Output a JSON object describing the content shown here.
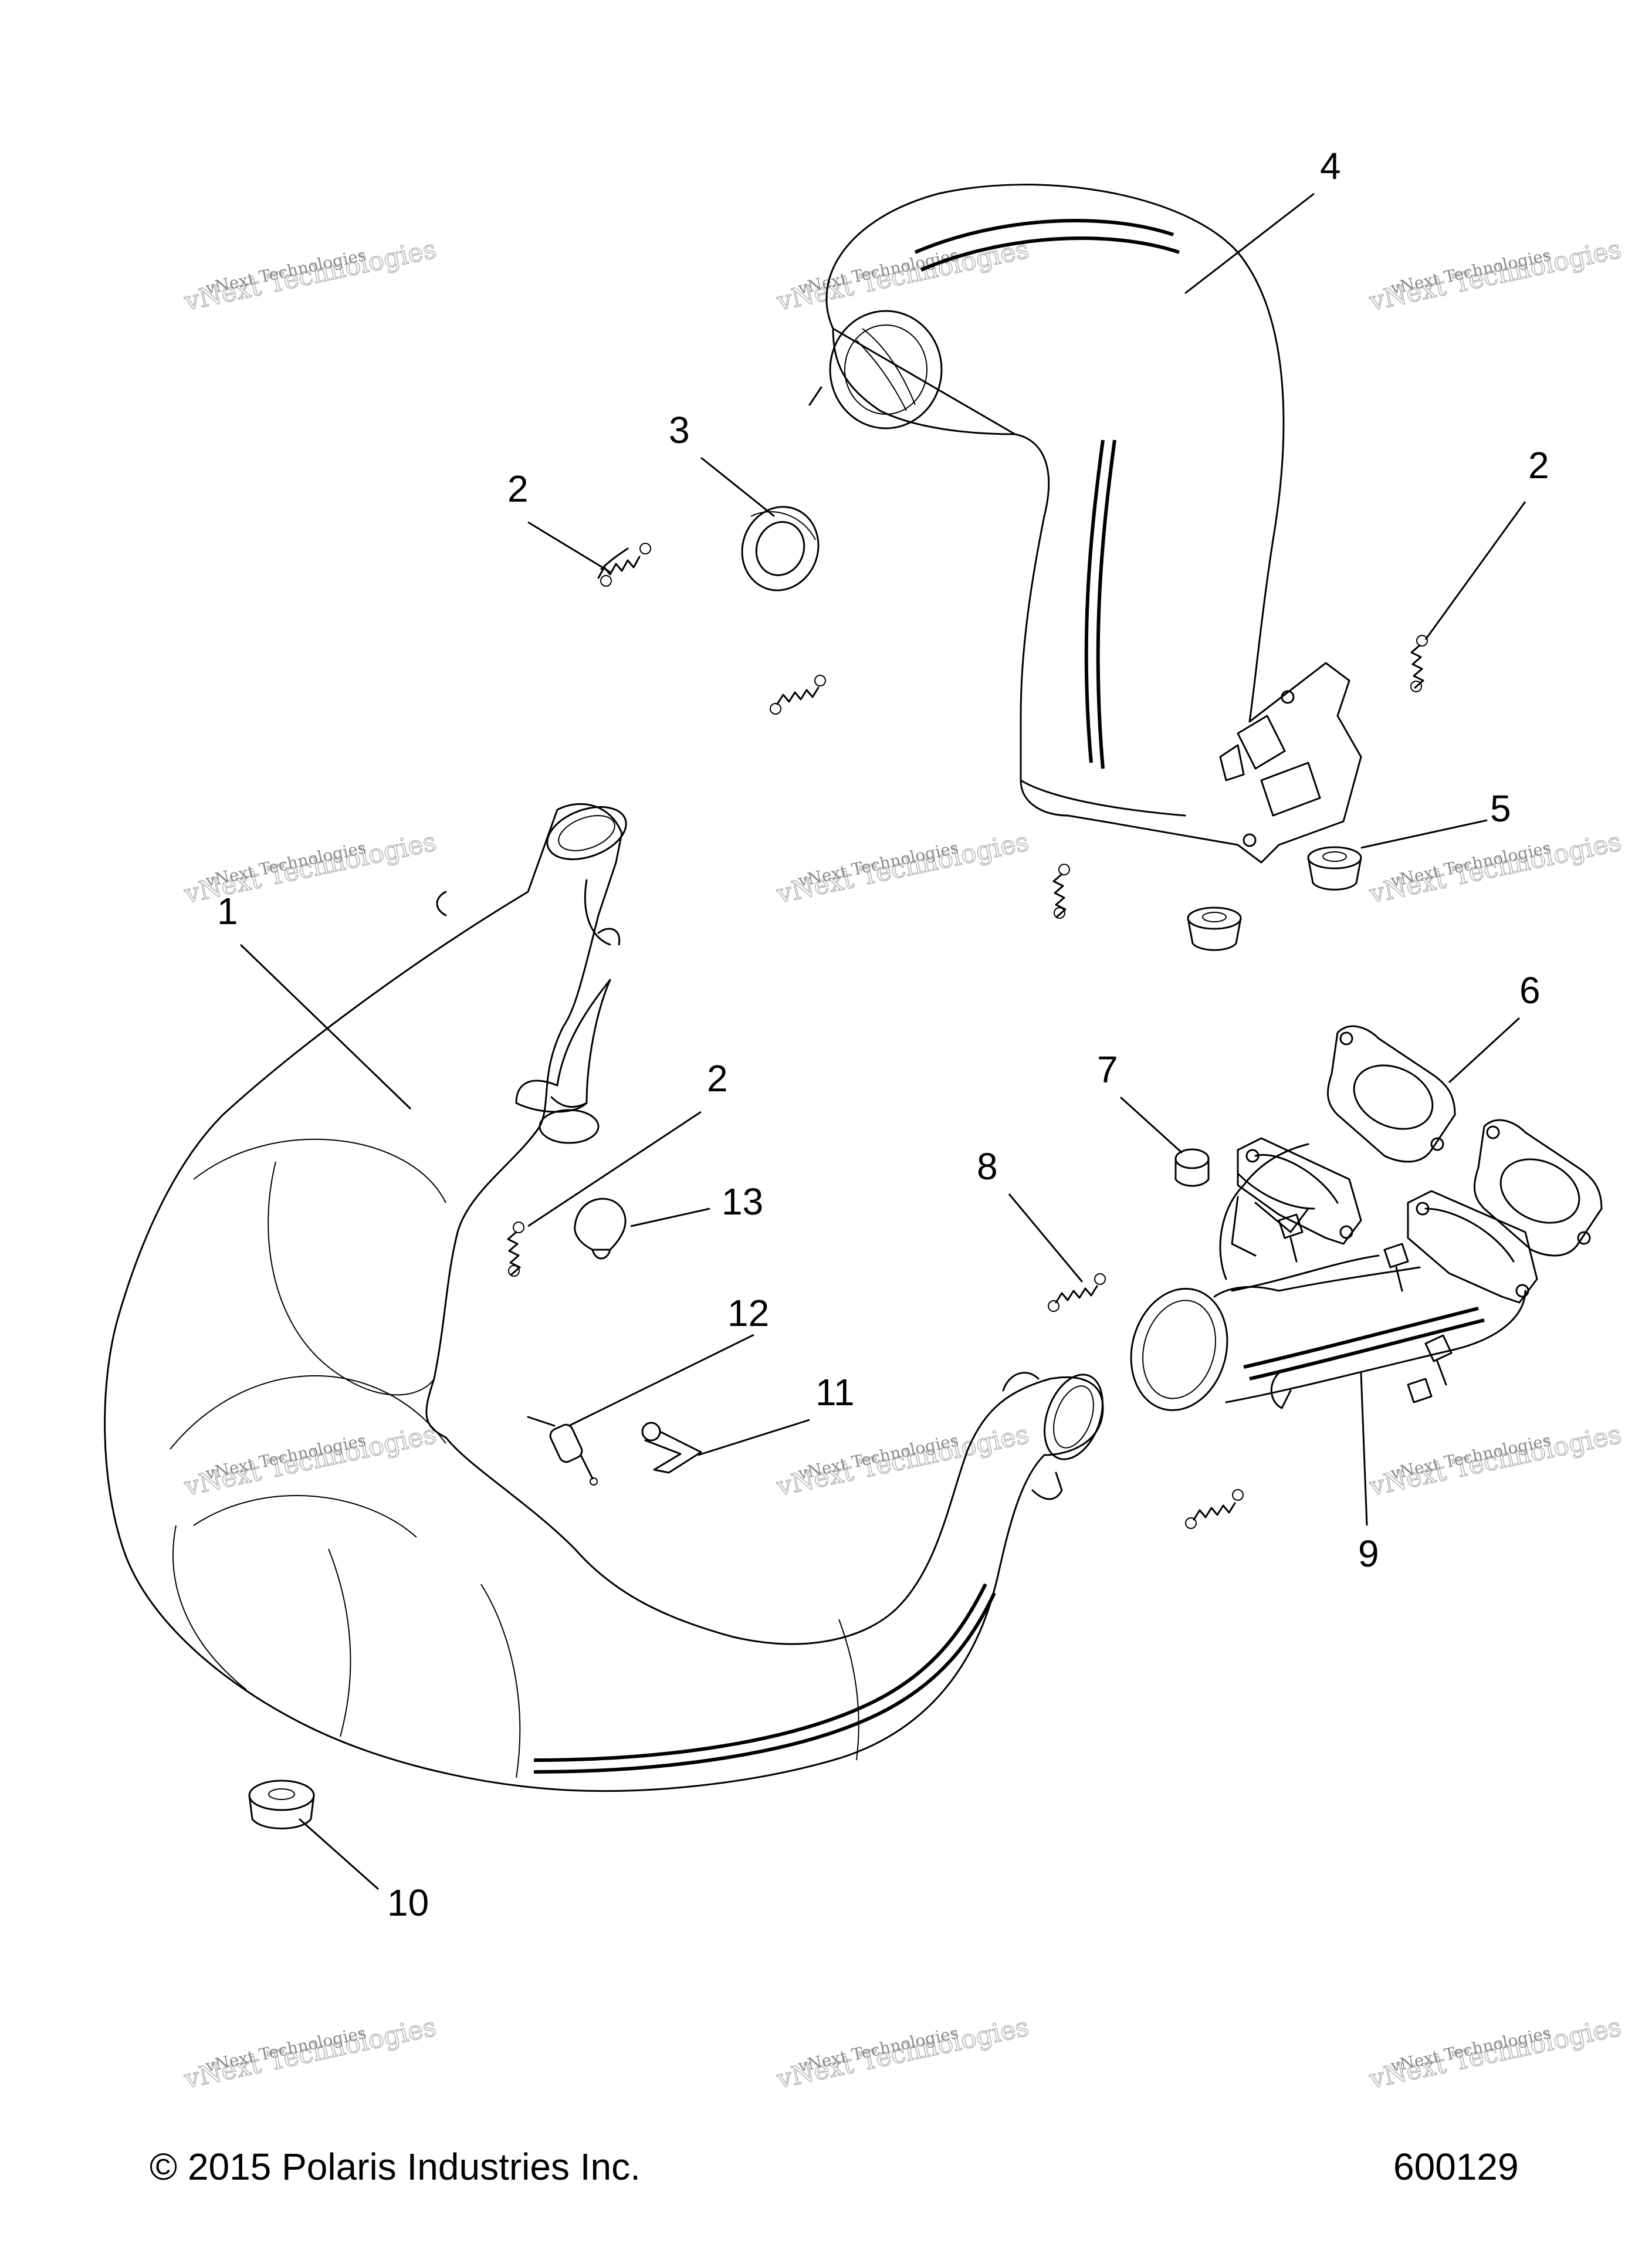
{
  "diagram": {
    "callouts": [
      {
        "id": "c1",
        "label": "1"
      },
      {
        "id": "c2a",
        "label": "2"
      },
      {
        "id": "c2b",
        "label": "2"
      },
      {
        "id": "c2c",
        "label": "2"
      },
      {
        "id": "c3",
        "label": "3"
      },
      {
        "id": "c4",
        "label": "4"
      },
      {
        "id": "c5",
        "label": "5"
      },
      {
        "id": "c6",
        "label": "6"
      },
      {
        "id": "c7",
        "label": "7"
      },
      {
        "id": "c8",
        "label": "8"
      },
      {
        "id": "c9",
        "label": "9"
      },
      {
        "id": "c10",
        "label": "10"
      },
      {
        "id": "c11",
        "label": "11"
      },
      {
        "id": "c12",
        "label": "12"
      },
      {
        "id": "c13",
        "label": "13"
      }
    ],
    "watermark": {
      "line1": "vNext Technologies",
      "line2": "vNext Technologies"
    },
    "copyright": "© 2015 Polaris Industries Inc.",
    "figure_number": "600129"
  }
}
